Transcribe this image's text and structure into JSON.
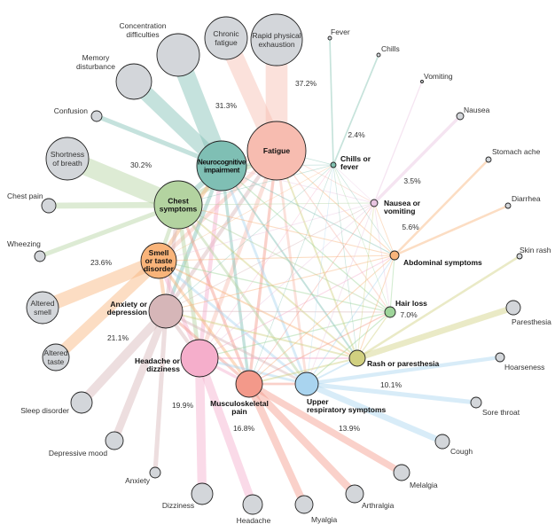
{
  "categories": [
    {
      "name": "Fatigue",
      "color": "#f7bcb0",
      "percent": "37.2%",
      "symptoms": [
        "Chronic\nfatigue",
        "Rapid physical\nexhaustion"
      ]
    },
    {
      "name": "Neurocognitive\nimpairment",
      "color": "#7fbfb4",
      "percent": "31.3%",
      "symptoms": [
        "Concentration\ndifficulties",
        "Memory\ndisturbance",
        "Confusion"
      ]
    },
    {
      "name": "Chest\nsymptoms",
      "color": "#b3d3a0",
      "percent": "30.2%",
      "symptoms": [
        "Shortness\nof breath",
        "Chest pain",
        "Wheezing"
      ]
    },
    {
      "name": "Smell\nor taste\ndisorder",
      "color": "#f9b47a",
      "percent": "23.6%",
      "symptoms": [
        "Altered\nsmell",
        "Altered\ntaste"
      ]
    },
    {
      "name": "Anxiety or\ndepression",
      "color": "#d6b6b8",
      "percent": "21.1%",
      "symptoms": [
        "Sleep disorder",
        "Depressive mood",
        "Anxiety"
      ]
    },
    {
      "name": "Headache or\ndizziness",
      "color": "#f5aecb",
      "percent": "19.9%",
      "symptoms": [
        "Dizziness",
        "Headache"
      ]
    },
    {
      "name": "Musculoskeletal\npain",
      "color": "#f3998a",
      "percent": "16.8%",
      "symptoms": [
        "Myalgia",
        "Arthralgia",
        "Melalgia"
      ]
    },
    {
      "name": "Upper\nrespiratory symptoms",
      "color": "#a9d4ef",
      "percent": "13.9%",
      "symptoms": [
        "Cough",
        "Sore throat",
        "Hoarseness"
      ]
    },
    {
      "name": "Rash or paresthesia",
      "color": "#d1d080",
      "percent": "10.1%",
      "symptoms": [
        "Paresthesia",
        "Skin rash"
      ]
    },
    {
      "name": "Hair loss",
      "color": "#9ed49a",
      "percent": "7.0%",
      "symptoms": []
    },
    {
      "name": "Abdominal symptoms",
      "color": "#f9b47a",
      "percent": "5.6%",
      "symptoms": [
        "Diarrhea",
        "Stomach ache"
      ]
    },
    {
      "name": "Nausea or\nvomiting",
      "color": "#e8c4e0",
      "percent": "3.5%",
      "symptoms": [
        "Nausea",
        "Vomiting"
      ]
    },
    {
      "name": "Chills or\nfever",
      "color": "#80c0b0",
      "percent": "2.4%",
      "symptoms": [
        "Fever",
        "Chills"
      ]
    }
  ]
}
